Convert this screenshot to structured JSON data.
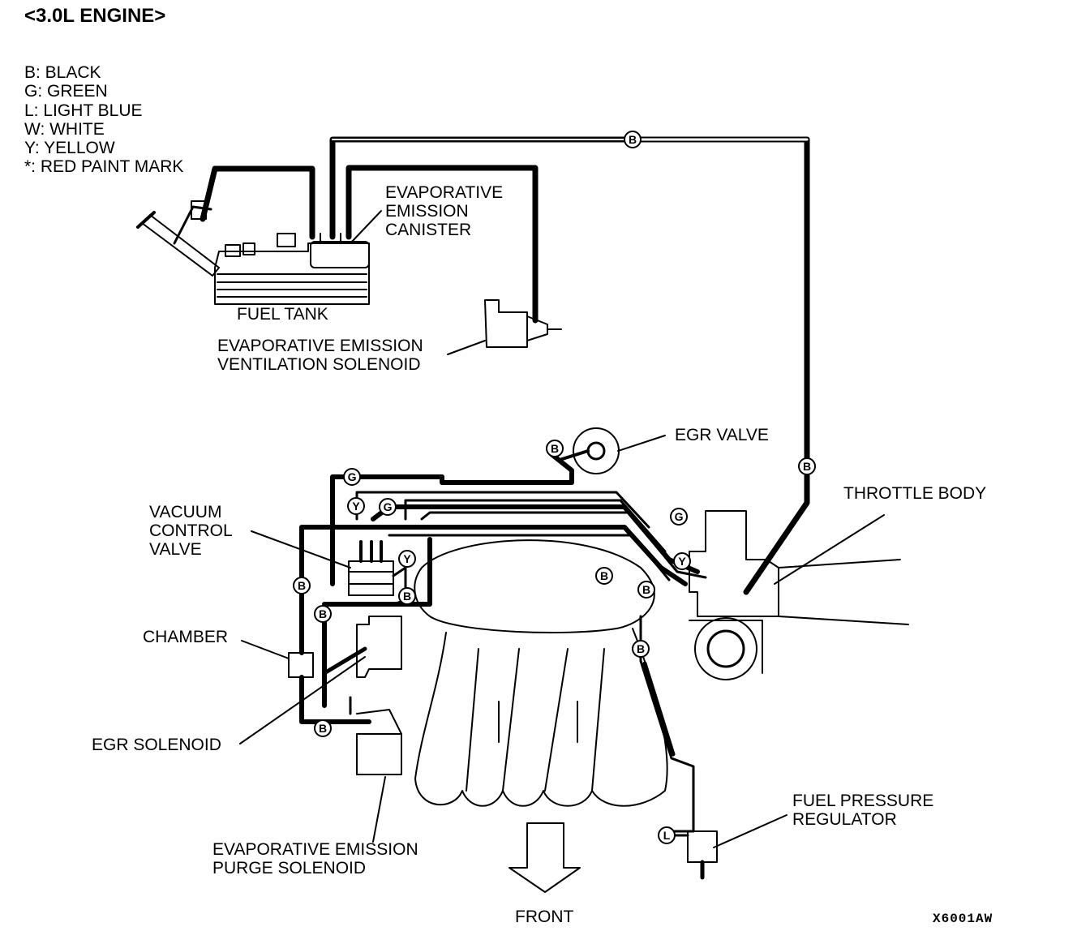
{
  "title": "<3.0L  ENGINE>",
  "legend": [
    "B: BLACK",
    "G: GREEN",
    "L: LIGHT BLUE",
    "W: WHITE",
    "Y: YELLOW",
    "*: RED PAINT MARK"
  ],
  "labels": {
    "canister": [
      "EVAPORATIVE",
      "EMISSION",
      "CANISTER"
    ],
    "fuel_tank": "FUEL TANK",
    "vent_solenoid": [
      "EVAPORATIVE EMISSION",
      "VENTILATION SOLENOID"
    ],
    "egr_valve": "EGR VALVE",
    "throttle_body": "THROTTLE BODY",
    "vacuum_control_valve": [
      "VACUUM",
      "CONTROL",
      "VALVE"
    ],
    "chamber": "CHAMBER",
    "egr_solenoid": "EGR SOLENOID",
    "purge_solenoid": [
      "EVAPORATIVE EMISSION",
      "PURGE SOLENOID"
    ],
    "fuel_pressure_regulator": [
      "FUEL PRESSURE",
      "REGULATOR"
    ],
    "front": "FRONT",
    "code": "X6001AW"
  },
  "hose_tags": {
    "b": "B",
    "g": "G",
    "y": "Y",
    "l": "L"
  }
}
